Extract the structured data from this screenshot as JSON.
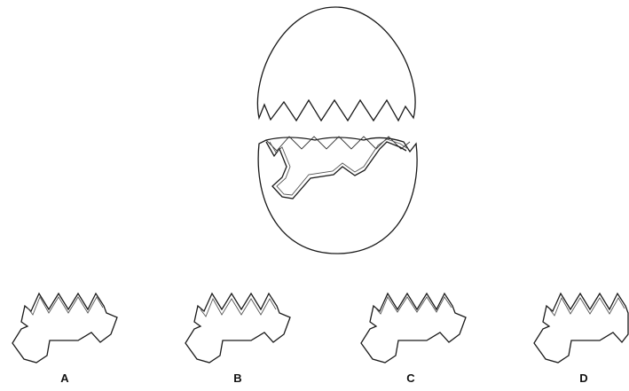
{
  "puzzle": {
    "description": "",
    "options": [
      {
        "label": "A"
      },
      {
        "label": "B"
      },
      {
        "label": "C"
      },
      {
        "label": "D"
      }
    ]
  }
}
